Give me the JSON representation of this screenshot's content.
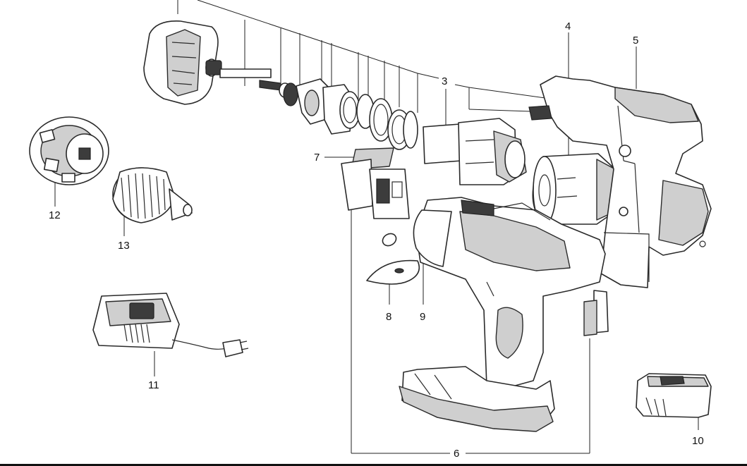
{
  "callouts": [
    {
      "id": "3",
      "text": "3"
    },
    {
      "id": "4",
      "text": "4"
    },
    {
      "id": "5",
      "text": "5"
    },
    {
      "id": "6",
      "text": "6"
    },
    {
      "id": "7",
      "text": "7"
    },
    {
      "id": "8",
      "text": "8"
    },
    {
      "id": "9",
      "text": "9"
    },
    {
      "id": "10",
      "text": "10"
    },
    {
      "id": "11",
      "text": "11"
    },
    {
      "id": "12",
      "text": "12"
    },
    {
      "id": "13",
      "text": "13"
    }
  ]
}
